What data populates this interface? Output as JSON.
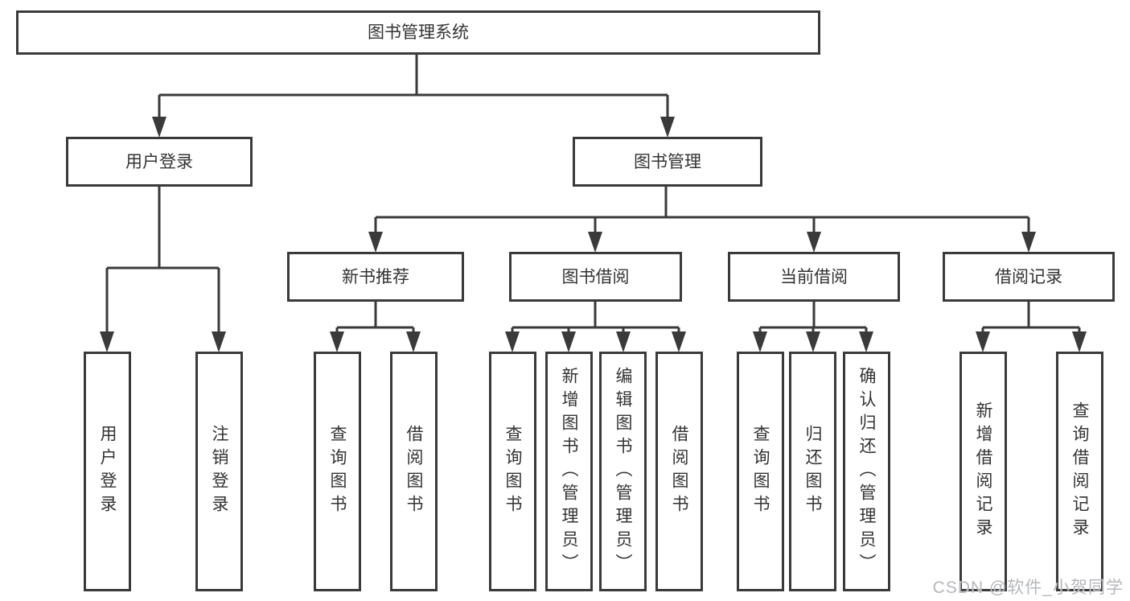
{
  "diagram_type": "hierarchy-flowchart",
  "nodes": {
    "root": "图书管理系统",
    "user_login_branch": "用户登录",
    "book_mgmt_branch": "图书管理",
    "new_book_rec": "新书推荐",
    "book_borrow": "图书借阅",
    "current_borrow": "当前借阅",
    "borrow_record": "借阅记录",
    "leaf_user_login": "用户登录",
    "leaf_logout": "注销登录",
    "leaf_query_book_1": "查询图书",
    "leaf_borrow_book_1": "借阅图书",
    "leaf_query_book_2": "查询图书",
    "leaf_add_book": "新增图书（管理员）",
    "leaf_edit_book": "编辑图书（管理员）",
    "leaf_borrow_book_2": "借阅图书",
    "leaf_query_book_3": "查询图书",
    "leaf_return_book": "归还图书",
    "leaf_confirm_return": "确认归还（管理员）",
    "leaf_add_record": "新增借阅记录",
    "leaf_query_record": "查询借阅记录"
  },
  "watermark": "CSDN @软件_小贺同学",
  "colors": {
    "line": "#3a3a3a",
    "border": "#3a3a3a",
    "text": "#333333",
    "background": "#ffffff",
    "watermark": "#b5b7bb"
  }
}
